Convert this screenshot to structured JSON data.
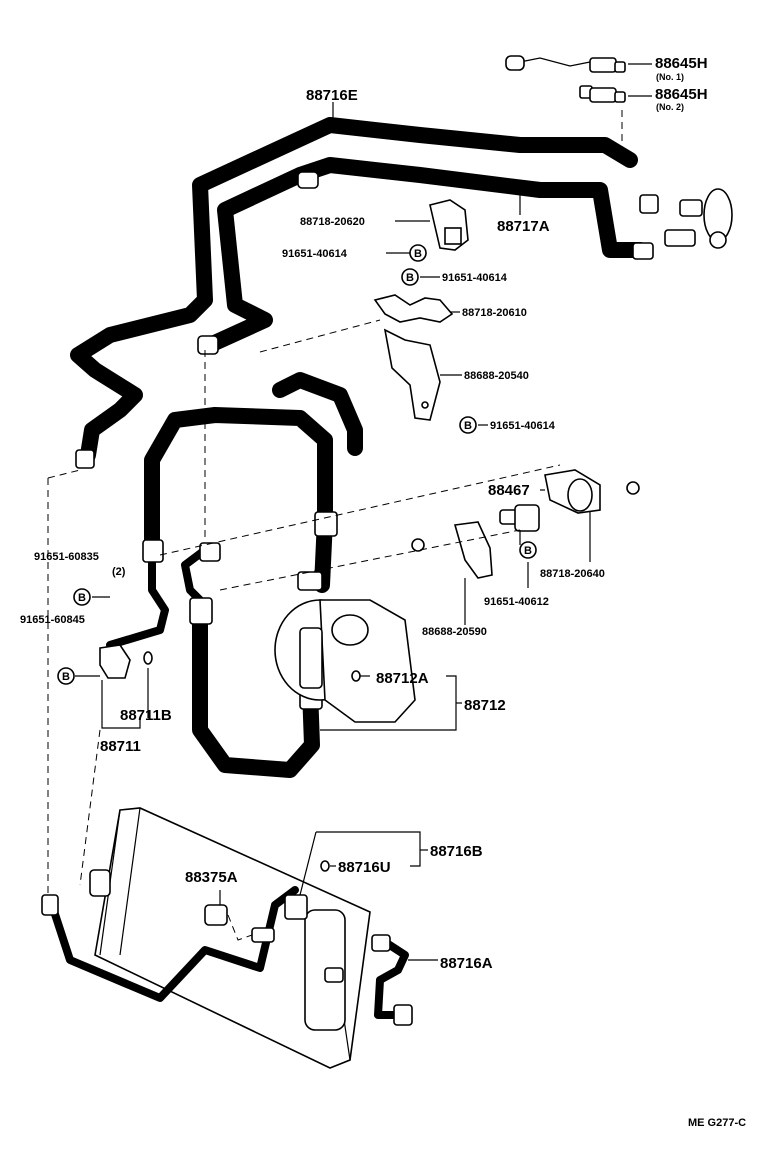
{
  "labels": {
    "p88645H_1": "88645H",
    "no1": "(No. 1)",
    "p88645H_2": "88645H",
    "no2": "(No. 2)",
    "p88716E": "88716E",
    "p88718_20620": "88718-20620",
    "p88717A": "88717A",
    "p91651_40614_a": "91651-40614",
    "p91651_40614_b": "91651-40614",
    "p88718_20610": "88718-20610",
    "p88688_20540": "88688-20540",
    "p91651_40614_c": "91651-40614",
    "p88467": "88467",
    "p91651_60835": "91651-60835",
    "qty2": "(2)",
    "p88718_20640": "88718-20640",
    "p91651_40612": "91651-40612",
    "p91651_60845": "91651-60845",
    "p88688_20590": "88688-20590",
    "p88712A": "88712A",
    "p88712": "88712",
    "p88711B": "88711B",
    "p88711": "88711",
    "p88716B": "88716B",
    "p88375A": "88375A",
    "p88716U": "88716U",
    "p88716A": "88716A",
    "ref_code": "ME G277-C"
  },
  "bolt_marker": "B"
}
